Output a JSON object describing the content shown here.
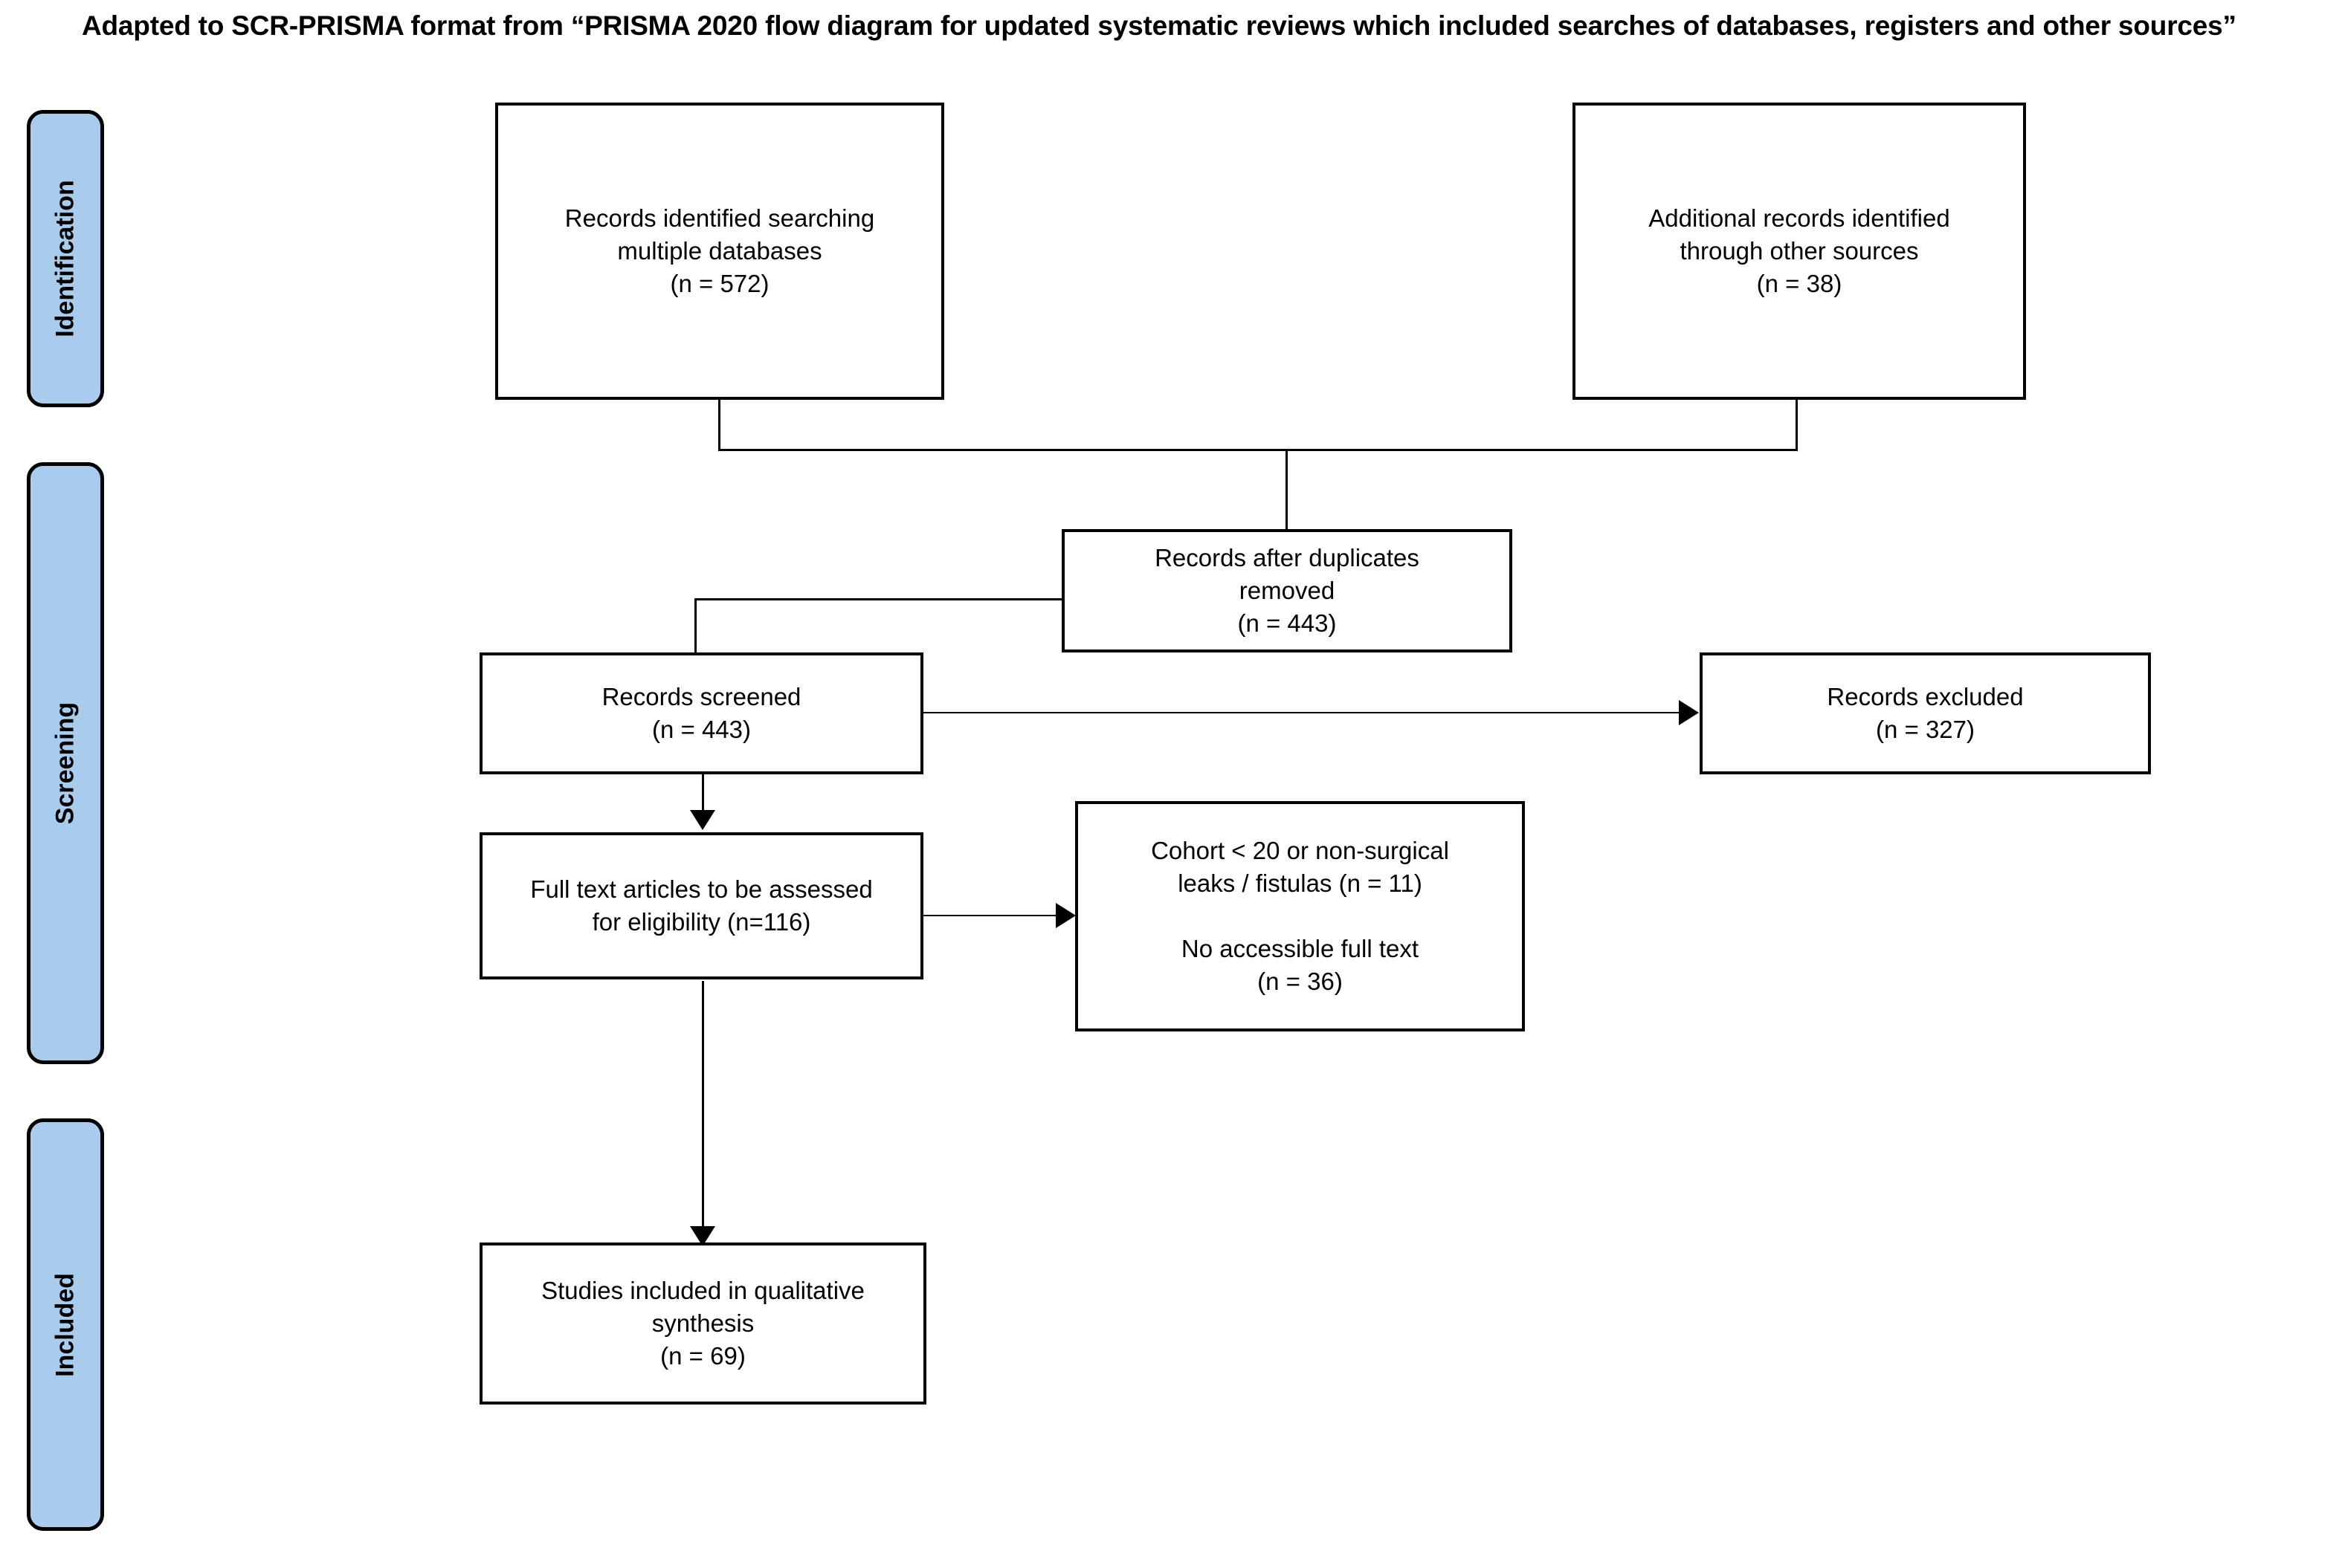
{
  "title": "Adapted to SCR-PRISMA format from “PRISMA 2020 flow diagram for updated systematic reviews which included searches of databases, registers and other sources”",
  "colors": {
    "phase_bar_fill": "#A9CCEC",
    "box_border": "#000000",
    "box_fill": "#FFFFFF",
    "text": "#000000",
    "page_background": "#FFFFFF"
  },
  "phases": [
    {
      "label": "Identification"
    },
    {
      "label": "Screening"
    },
    {
      "label": "Included"
    }
  ],
  "boxes": {
    "records_databases": "Records identified searching\nmultiple databases\n(n = 572)",
    "records_other_sources": "Additional records identified\nthrough other sources\n(n = 38)",
    "records_after_duplicates": "Records after duplicates\nremoved\n(n = 443)",
    "records_screened": "Records screened\n(n = 443)",
    "records_excluded": "Records excluded\n(n = 327)",
    "full_text_assessed": "Full text articles to be assessed\nfor eligibility (n=116)",
    "full_text_excluded_reasons": "Cohort < 20 or non-surgical\nleaks / fistulas (n = 11)\n\nNo accessible full text\n(n = 36)",
    "studies_included": "Studies included in qualitative\nsynthesis\n(n = 69)"
  },
  "chart_data": {
    "type": "diagram",
    "diagram_kind": "PRISMA flow diagram",
    "title": "Adapted to SCR-PRISMA format from “PRISMA 2020 flow diagram for updated systematic reviews which included searches of databases, registers and other sources”",
    "stages": [
      "Identification",
      "Screening",
      "Included"
    ],
    "nodes": [
      {
        "id": "records_databases",
        "stage": "Identification",
        "label": "Records identified searching multiple databases",
        "n": 572
      },
      {
        "id": "records_other_sources",
        "stage": "Identification",
        "label": "Additional records identified through other sources",
        "n": 38
      },
      {
        "id": "records_after_duplicates",
        "stage": "Screening",
        "label": "Records after duplicates removed",
        "n": 443
      },
      {
        "id": "records_screened",
        "stage": "Screening",
        "label": "Records screened",
        "n": 443
      },
      {
        "id": "records_excluded",
        "stage": "Screening",
        "label": "Records excluded",
        "n": 327
      },
      {
        "id": "full_text_assessed",
        "stage": "Screening",
        "label": "Full text articles to be assessed for eligibility",
        "n": 116
      },
      {
        "id": "full_text_excluded_reasons",
        "stage": "Screening",
        "label": "Cohort < 20 or non-surgical leaks / fistulas; No accessible full text",
        "n": [
          11,
          36
        ]
      },
      {
        "id": "studies_included",
        "stage": "Included",
        "label": "Studies included in qualitative synthesis",
        "n": 69
      }
    ],
    "edges": [
      {
        "from": "records_databases",
        "to": "records_after_duplicates",
        "arrow": false
      },
      {
        "from": "records_other_sources",
        "to": "records_after_duplicates",
        "arrow": false
      },
      {
        "from": "records_after_duplicates",
        "to": "records_screened",
        "arrow": false
      },
      {
        "from": "records_screened",
        "to": "records_excluded",
        "arrow": true
      },
      {
        "from": "records_screened",
        "to": "full_text_assessed",
        "arrow": true
      },
      {
        "from": "full_text_assessed",
        "to": "full_text_excluded_reasons",
        "arrow": true
      },
      {
        "from": "full_text_assessed",
        "to": "studies_included",
        "arrow": true
      }
    ]
  }
}
